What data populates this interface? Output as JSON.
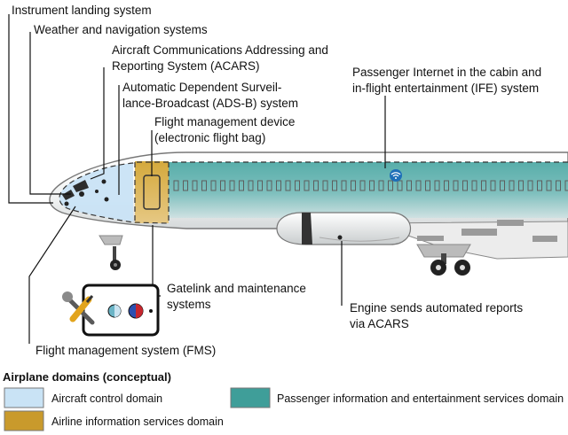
{
  "labels": {
    "ils": "Instrument landing system",
    "weather": "Weather and navigation systems",
    "acars_1": "Aircraft Communications Addressing and",
    "acars_2": "Reporting System (ACARS)",
    "adsb_1": "Automatic Dependent Surveil-",
    "adsb_2": "lance-Broadcast (ADS-B) system",
    "fmd_1": "Flight management device",
    "fmd_2": "(electronic flight bag)",
    "internet_1": "Passenger Internet in the cabin and",
    "internet_2": "in-flight entertainment (IFE) system",
    "gatelink_1": "Gatelink and maintenance",
    "gatelink_2": "systems",
    "engine_1": "Engine sends automated reports",
    "engine_2": "via ACARS",
    "fms": "Flight management system (FMS)"
  },
  "legend": {
    "title": "Airplane domains (conceptual)",
    "items": [
      {
        "label": "Aircraft control domain",
        "color": "#c9e3f5"
      },
      {
        "label": "Passenger information and entertainment services domain",
        "color": "#3f9e99"
      },
      {
        "label": "Airline information services domain",
        "color": "#c99a2c"
      }
    ]
  },
  "colors": {
    "control": "#c9e3f5",
    "passenger": "#3f9e99",
    "airline": "#c99a2c",
    "fuselage_outline": "#7a7a7a"
  },
  "icons": [
    "wifi-icon",
    "wrench-screwdriver-icon",
    "tablet-icon"
  ]
}
